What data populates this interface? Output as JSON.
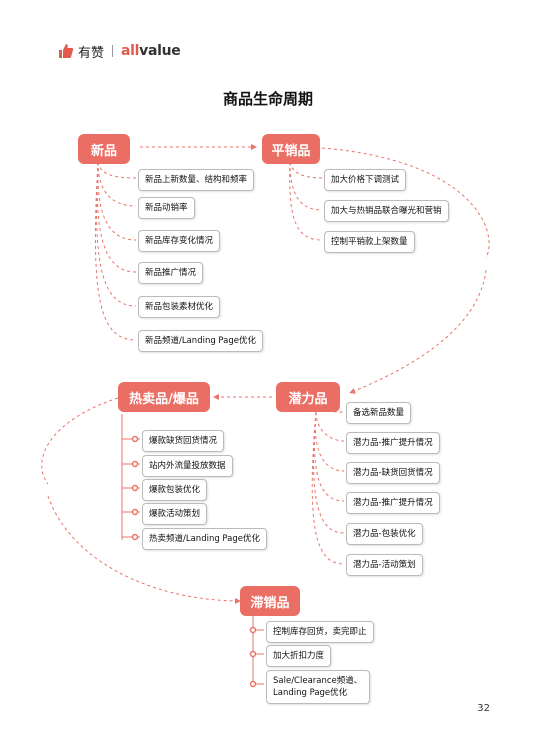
{
  "logo": {
    "brand_cn": "有赞",
    "brand_en_a": "all",
    "brand_en_b": "value"
  },
  "title": "商品生命周期",
  "categories": {
    "new": {
      "label": "新品",
      "items": [
        "新品上新数量、结构和频率",
        "新品动销率",
        "新品库存变化情况",
        "新品推广情况",
        "新品包装素材优化",
        "新品频道/Landing Page优化"
      ]
    },
    "regular": {
      "label": "平销品",
      "items": [
        "加大价格下调测试",
        "加大与热销品联合曝光和营销",
        "控制平销款上架数量"
      ]
    },
    "potential": {
      "label": "潜力品",
      "items": [
        "备选新品数量",
        "潜力品-推广提升情况",
        "潜力品-缺货回货情况",
        "潜力品-推广提升情况",
        "潜力品-包装优化",
        "潜力品-活动策划"
      ]
    },
    "hot": {
      "label": "热卖品/爆品",
      "items": [
        "爆款缺货回货情况",
        "站内外流量投放数据",
        "爆款包装优化",
        "爆款活动策划",
        "热卖频道/Landing Page优化"
      ]
    },
    "slow": {
      "label": "滞销品",
      "items": [
        "控制库存回货，卖完即止",
        "加大折扣力度",
        "Sale/Clearance频道、Landing Page优化"
      ]
    }
  },
  "page_number": "32",
  "colors": {
    "accent": "#ea6e63",
    "line": "#e8746a",
    "text": "#111111"
  }
}
